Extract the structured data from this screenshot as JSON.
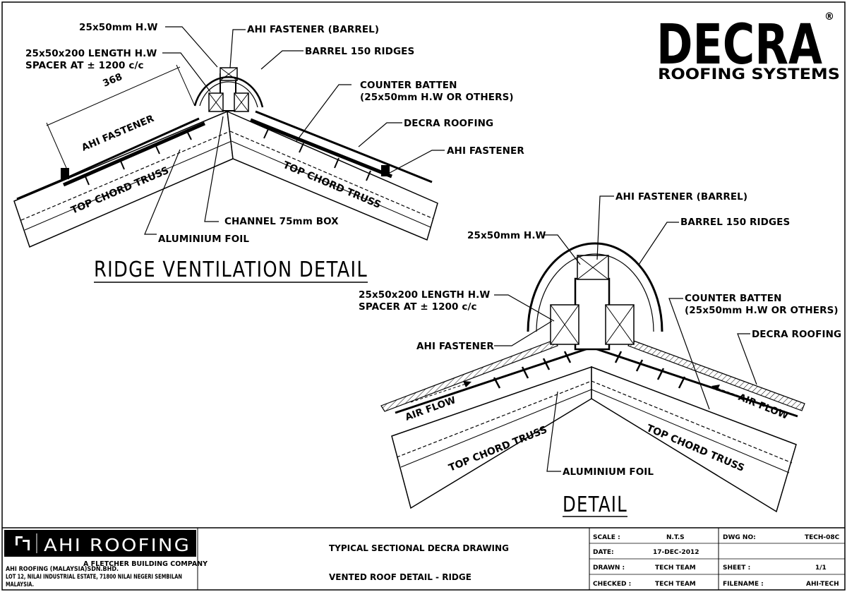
{
  "logo": {
    "brand": "DECRA",
    "registered": "®",
    "tagline": "ROOFING SYSTEMS"
  },
  "diagram1": {
    "title": "RIDGE VENTILATION DETAIL",
    "labels": {
      "hw": "25x50mm H.W",
      "barrel_fastener": "AHI FASTENER (BARREL)",
      "spacer_l1": "25x50x200 LENGTH H.W",
      "spacer_l2": "SPACER AT ± 1200 c/c",
      "barrel_ridges": "BARREL 150 RIDGES",
      "counter_l1": "COUNTER BATTEN",
      "counter_l2": "(25x50mm H.W OR OTHERS)",
      "decra_roofing": "DECRA ROOFING",
      "ahi_fastener_right": "AHI FASTENER",
      "ahi_fastener_left": "AHI FASTENER",
      "dimension": "368",
      "truss_left": "TOP CHORD TRUSS",
      "truss_right": "TOP CHORD TRUSS",
      "channel": "CHANNEL 75mm BOX",
      "foil": "ALUMINIUM FOIL"
    }
  },
  "diagram2": {
    "title": "DETAIL",
    "labels": {
      "barrel_fastener": "AHI FASTENER (BARREL)",
      "barrel_ridges": "BARREL 150 RIDGES",
      "hw": "25x50mm H.W",
      "spacer_l1": "25x50x200 LENGTH H.W",
      "spacer_l2": "SPACER AT ± 1200 c/c",
      "counter_l1": "COUNTER BATTEN",
      "counter_l2": "(25x50mm H.W OR OTHERS)",
      "ahi_fastener": "AHI FASTENER",
      "decra_roofing": "DECRA ROOFING",
      "airflow_left": "AIR FLOW",
      "airflow_right": "AIR FLOW",
      "truss_left": "TOP CHORD TRUSS",
      "truss_right": "TOP CHORD TRUSS",
      "foil": "ALUMINIUM FOIL"
    }
  },
  "title_block": {
    "company_name": "AHI ROOFING",
    "company_tag": "A FLETCHER BUILDING COMPANY",
    "addr1": "AHI ROOFING (MALAYSIA)SDN.BHD.",
    "addr2": "LOT 12, NILAI INDUSTRIAL ESTATE, 71800 NILAI NEGERI SEMBILAN",
    "addr3": "MALAYSIA.",
    "drawing_title1": "TYPICAL SECTIONAL DECRA DRAWING",
    "drawing_title2": "VENTED ROOF DETAIL - RIDGE",
    "scale_label": "SCALE :",
    "scale_value": "N.T.S",
    "date_label": "DATE:",
    "date_value": "17-DEC-2012",
    "drawn_label": "DRAWN :",
    "drawn_value": "TECH TEAM",
    "checked_label": "CHECKED :",
    "checked_value": "TECH TEAM",
    "dwg_label": "DWG NO:",
    "dwg_value": "TECH-08C",
    "sheet_label": "SHEET :",
    "sheet_value": "1/1",
    "filename_label": "FILENAME :",
    "filename_value": "AHI-TECH"
  }
}
